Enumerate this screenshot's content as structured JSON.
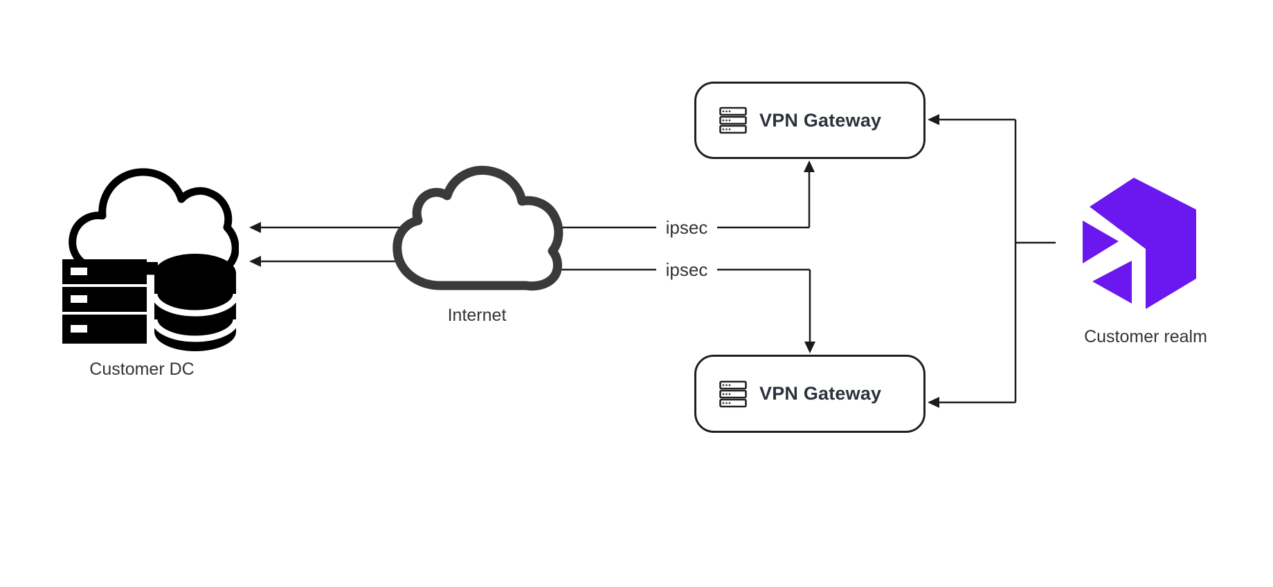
{
  "diagram": {
    "nodes": {
      "customer_dc": {
        "label": "Customer DC",
        "icon": "datacenter-cloud-icon"
      },
      "internet": {
        "label": "Internet",
        "icon": "cloud-icon"
      },
      "vpn_gateway_top": {
        "label": "VPN Gateway",
        "icon": "server-stack-icon"
      },
      "vpn_gateway_bottom": {
        "label": "VPN Gateway",
        "icon": "server-stack-icon"
      },
      "customer_realm": {
        "label": "Customer realm",
        "icon": "realm-hexagon-logo"
      }
    },
    "edges": [
      {
        "from": "internet",
        "to": "customer_dc",
        "arrow": "to",
        "label": ""
      },
      {
        "from": "internet",
        "to": "customer_dc",
        "arrow": "to",
        "label": ""
      },
      {
        "from": "internet",
        "to": "vpn_gateway_top",
        "arrow": "to",
        "label": "ipsec"
      },
      {
        "from": "internet",
        "to": "vpn_gateway_bottom",
        "arrow": "to",
        "label": "ipsec"
      },
      {
        "from": "customer_realm",
        "to": "vpn_gateway_top",
        "arrow": "to",
        "label": ""
      },
      {
        "from": "customer_realm",
        "to": "vpn_gateway_bottom",
        "arrow": "to",
        "label": ""
      }
    ],
    "colors": {
      "line": "#1b1b1b",
      "label_text": "#333333",
      "box_border": "#1f1f1f",
      "box_title_text": "#2d313c",
      "dc_icon": "#000000",
      "internet_cloud_stroke": "#3a3a3a",
      "realm_purple": "#6b17ef",
      "background": "#ffffff"
    }
  }
}
